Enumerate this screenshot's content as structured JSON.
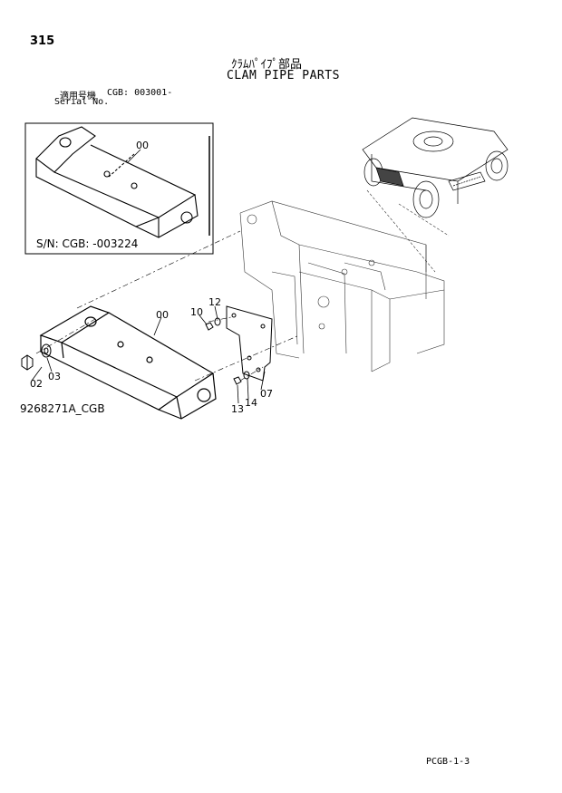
{
  "page_number": "315",
  "title_jp": "ｸﾗﾑﾊﾟｲﾌﾟ部品",
  "title_en": "CLAM PIPE PARTS",
  "serial": {
    "label_jp": "適用号機",
    "code": "CGB: 003001-",
    "label_en": "Serial No."
  },
  "inset": {
    "serial_note": "S/N: CGB: -003224",
    "callout_part": "00"
  },
  "callouts": {
    "main_part": "00",
    "bolt_left": "02",
    "washer_left": "03",
    "bolt_10": "10",
    "washer_12": "12",
    "plate": "07",
    "bolt_13": "13",
    "washer_14": "14"
  },
  "illustration_code": "9268271A_CGB",
  "footer_code": "PCGB-1-3"
}
